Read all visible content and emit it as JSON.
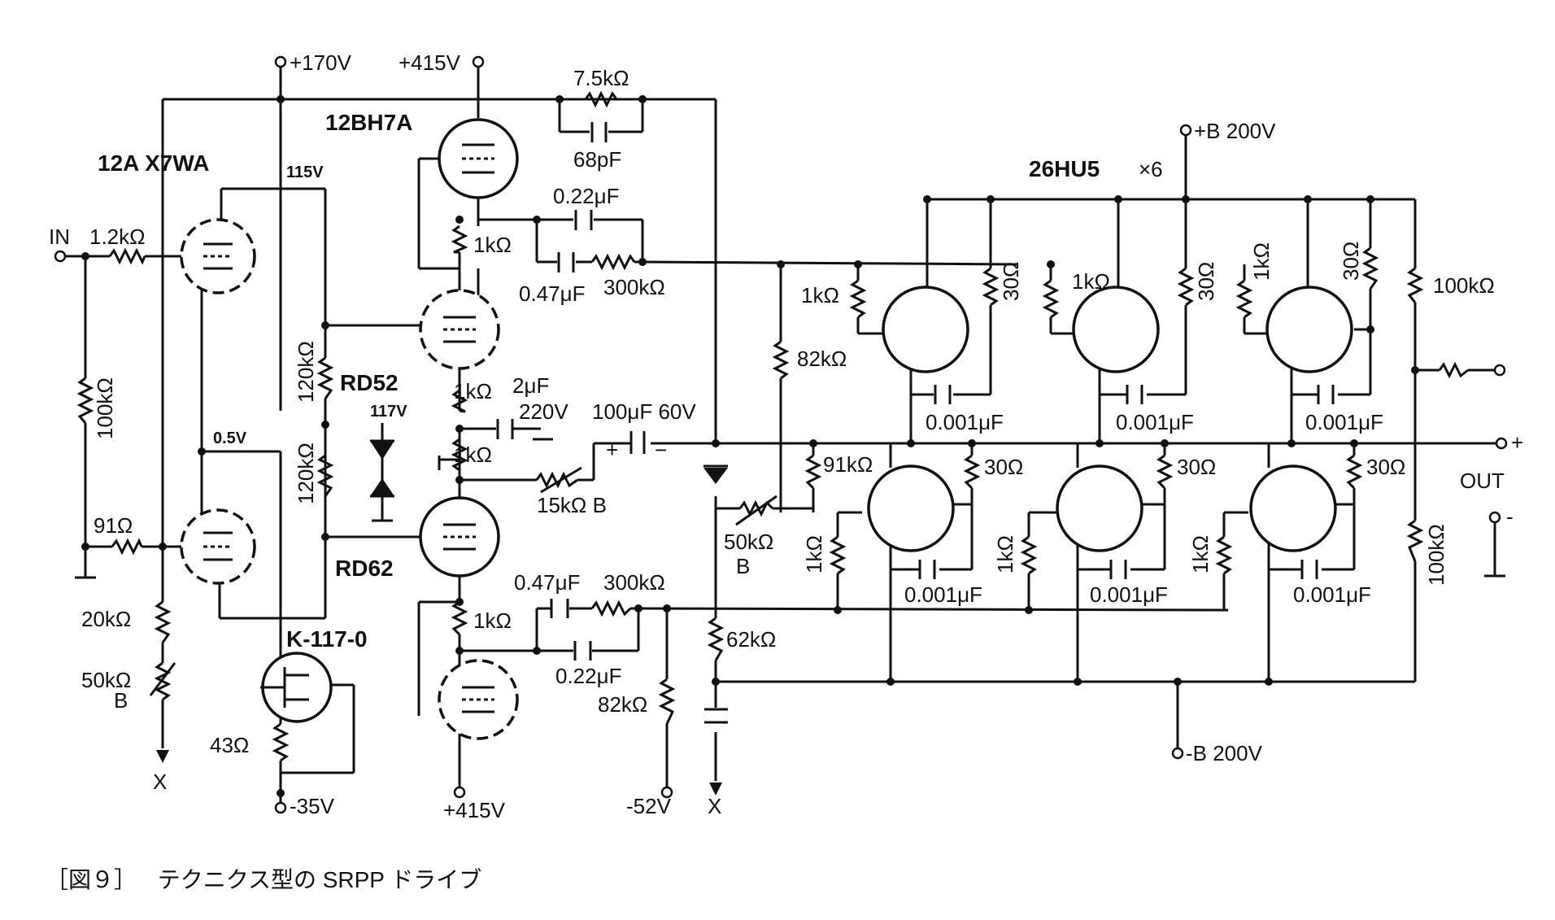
{
  "caption": {
    "figure": "［図９］",
    "title": "テクニクス型の SRPP ドライブ"
  },
  "tubes": {
    "t1": "12A X7WA",
    "t2": "12BH7A",
    "t3": "26HU5",
    "t3_mult": "×6",
    "fet": "K-117-0",
    "diode1": "RD52",
    "diode2": "RD62"
  },
  "rails": {
    "v170": "+170V",
    "v415_top": "+415V",
    "v415_bot": "+415V",
    "neg35": "-35V",
    "neg52": "-52V",
    "b_pos": "+B  200V",
    "b_neg": "-B  200V"
  },
  "labels": {
    "in": "IN",
    "out": "OUT",
    "plus": "+",
    "minus": "-",
    "x1": "X",
    "x2": "X",
    "b1": "B",
    "b2": "B",
    "v115": "115V",
    "v05": "0.5V",
    "v117": "117V",
    "cap_plus": "+",
    "cap_minus": "−"
  },
  "components": {
    "r_in": "1.2kΩ",
    "r_100k_in": "100kΩ",
    "r_91": "91Ω",
    "r_20k": "20kΩ",
    "pot_50k_l": "50kΩ",
    "r_43": "43Ω",
    "r_120k_a": "120kΩ",
    "r_120k_b": "120kΩ",
    "r_fb": "7.5kΩ",
    "c_fb": "68pF",
    "c_022_top": "0.22μF",
    "c_047_top": "0.47μF",
    "r_300k_top": "300kΩ",
    "r_1k_a": "1kΩ",
    "r_1k_b": "1kΩ",
    "r_1k_c": "1kΩ",
    "c_2u": "2μF",
    "c_2u_v": "220V",
    "pot_15k": "15kΩ B",
    "c_100u": "100μF  60V",
    "r_1k_d": "1kΩ",
    "c_047_bot": "0.47μF",
    "r_300k_bot": "300kΩ",
    "c_022_bot": "0.22μF",
    "r_82k_bot": "82kΩ",
    "r_82k_mid": "82kΩ",
    "r_91k": "91kΩ",
    "pot_50k_r": "50kΩ",
    "r_62k": "62kΩ",
    "r_1k_u1": "1kΩ",
    "r_1k_u2": "1kΩ",
    "r_1k_u3": "1kΩ",
    "r_30_u1": "30Ω",
    "r_30_u2": "30Ω",
    "r_30_u3": "30Ω",
    "c_001_u1": "0.001μF",
    "c_001_u2": "0.001μF",
    "c_001_u3": "0.001μF",
    "r_1k_l1": "1kΩ",
    "r_1k_l2": "1kΩ",
    "r_1k_l3": "1kΩ",
    "r_30_l1": "30Ω",
    "r_30_l2": "30Ω",
    "r_30_l3": "30Ω",
    "c_001_l1": "0.001μF",
    "c_001_l2": "0.001μF",
    "c_001_l3": "0.001μF",
    "r_100k_out_a": "100kΩ",
    "r_100k_out_b": "100kΩ"
  }
}
